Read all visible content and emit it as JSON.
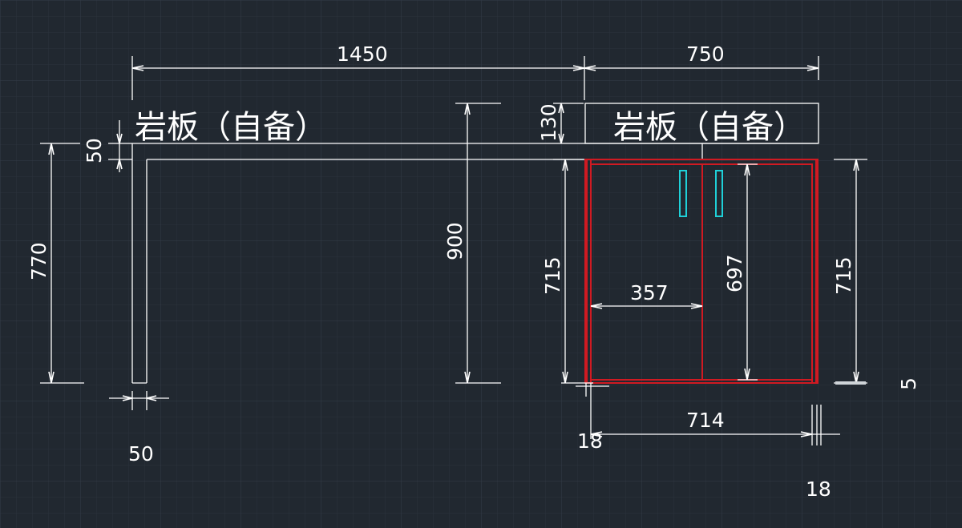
{
  "drawing": {
    "colors": {
      "background": "#212830",
      "grid_minor": "#2b323c",
      "grid_major": "#343c48",
      "line": "#ffffff",
      "cabinet": "#d01a22",
      "handle": "#1fd0d8"
    },
    "labels": {
      "countertop_left": "岩板（自备）",
      "countertop_right": "岩板（自备）"
    },
    "dimensions": {
      "total_left": "1450",
      "total_right": "750",
      "slab_thickness": "50",
      "slab_box_height": "130",
      "leg_height": "770",
      "overall_height": "900",
      "cabinet_height_left": "715",
      "cabinet_height_right": "715",
      "door_width": "357",
      "inner_height": "697",
      "inner_width": "714",
      "side_left": "18",
      "side_right": "18",
      "leg_width": "50",
      "gap": "5"
    }
  }
}
